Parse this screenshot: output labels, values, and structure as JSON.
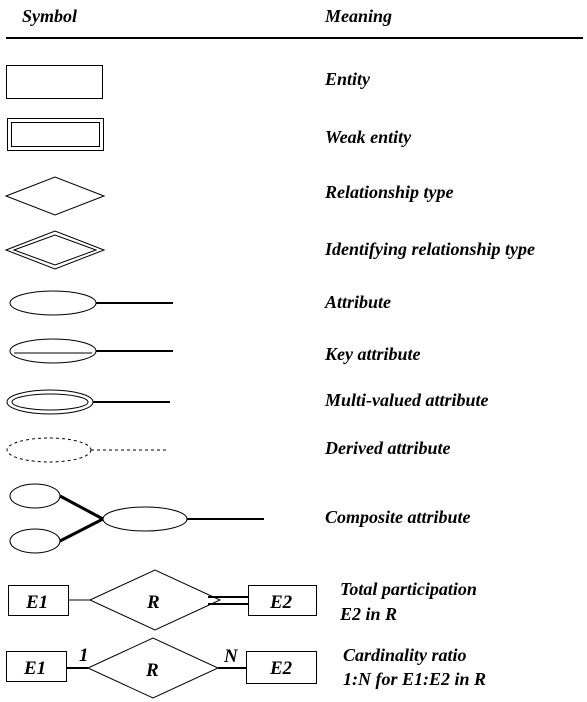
{
  "header": {
    "symbol": "Symbol",
    "meaning": "Meaning"
  },
  "rows": [
    {
      "meaning": "Entity"
    },
    {
      "meaning": "Weak entity"
    },
    {
      "meaning": "Relationship type"
    },
    {
      "meaning": "Identifying relationship type"
    },
    {
      "meaning": "Attribute"
    },
    {
      "meaning": "Key attribute"
    },
    {
      "meaning": "Multi-valued attribute"
    },
    {
      "meaning": "Derived attribute"
    },
    {
      "meaning": "Composite attribute"
    },
    {
      "meaning": [
        "Total participation",
        "E2 in R"
      ]
    },
    {
      "meaning": [
        "Cardinality ratio",
        "1:N for E1:E2 in R"
      ]
    }
  ],
  "examples": {
    "total": {
      "e1": "E1",
      "r": "R",
      "e2": "E2"
    },
    "cardinality": {
      "e1": "E1",
      "r": "R",
      "e2": "E2",
      "one": "1",
      "n": "N"
    }
  }
}
